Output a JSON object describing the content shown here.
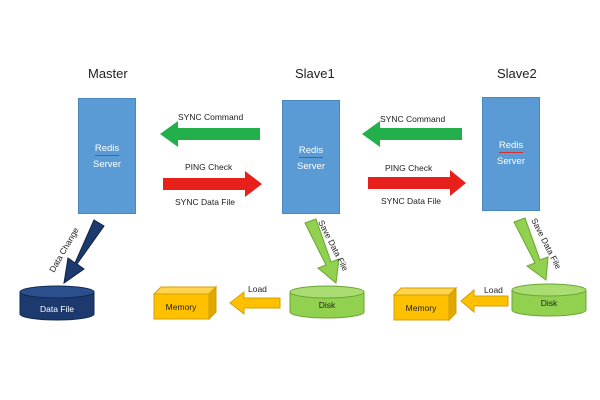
{
  "nodes": {
    "master_title": "Master",
    "slave1_title": "Slave1",
    "slave2_title": "Slave2",
    "server_name": "Redis",
    "server_role": "Server"
  },
  "arrows": {
    "sync_command": "SYNC Command",
    "ping_check": "PING Check",
    "sync_data_file": "SYNC Data File",
    "data_change": "Data Change",
    "save_data_file": "Save Data File",
    "load": "Load"
  },
  "storage": {
    "data_file": "Data File",
    "disk": "Disk",
    "memory": "Memory"
  },
  "colors": {
    "server_fill": "#5b9bd5",
    "green_arrow": "#23b04b",
    "red_arrow": "#e8201c",
    "navy": "#1d3a6e",
    "disk_fill": "#92d050",
    "memory_fill": "#ffc000",
    "load_arrow": "#ffc000",
    "save_arrow": "#92d050"
  }
}
